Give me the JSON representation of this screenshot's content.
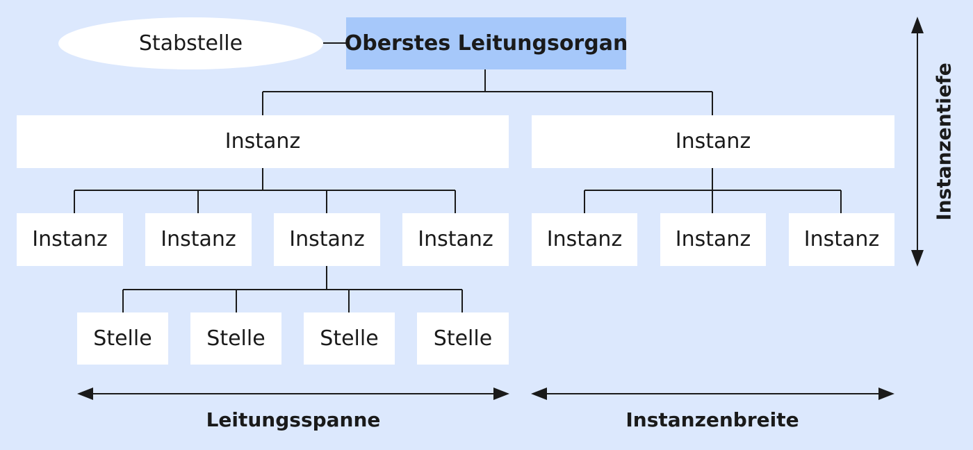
{
  "org": {
    "staff": "Stabstelle",
    "top": "Oberstes Leitungsorgan",
    "level1": [
      "Instanz",
      "Instanz"
    ],
    "level2_left": [
      "Instanz",
      "Instanz",
      "Instanz",
      "Instanz"
    ],
    "level2_right": [
      "Instanz",
      "Instanz",
      "Instanz"
    ],
    "level3": [
      "Stelle",
      "Stelle",
      "Stelle",
      "Stelle"
    ]
  },
  "dimensions": {
    "span": "Leitungsspanne",
    "width": "Instanzenbreite",
    "depth": "Instanzentiefe"
  },
  "colors": {
    "background": "#dce8fd",
    "top_box": "#a6c8fa",
    "box": "#ffffff",
    "line": "#1a1a1a"
  }
}
